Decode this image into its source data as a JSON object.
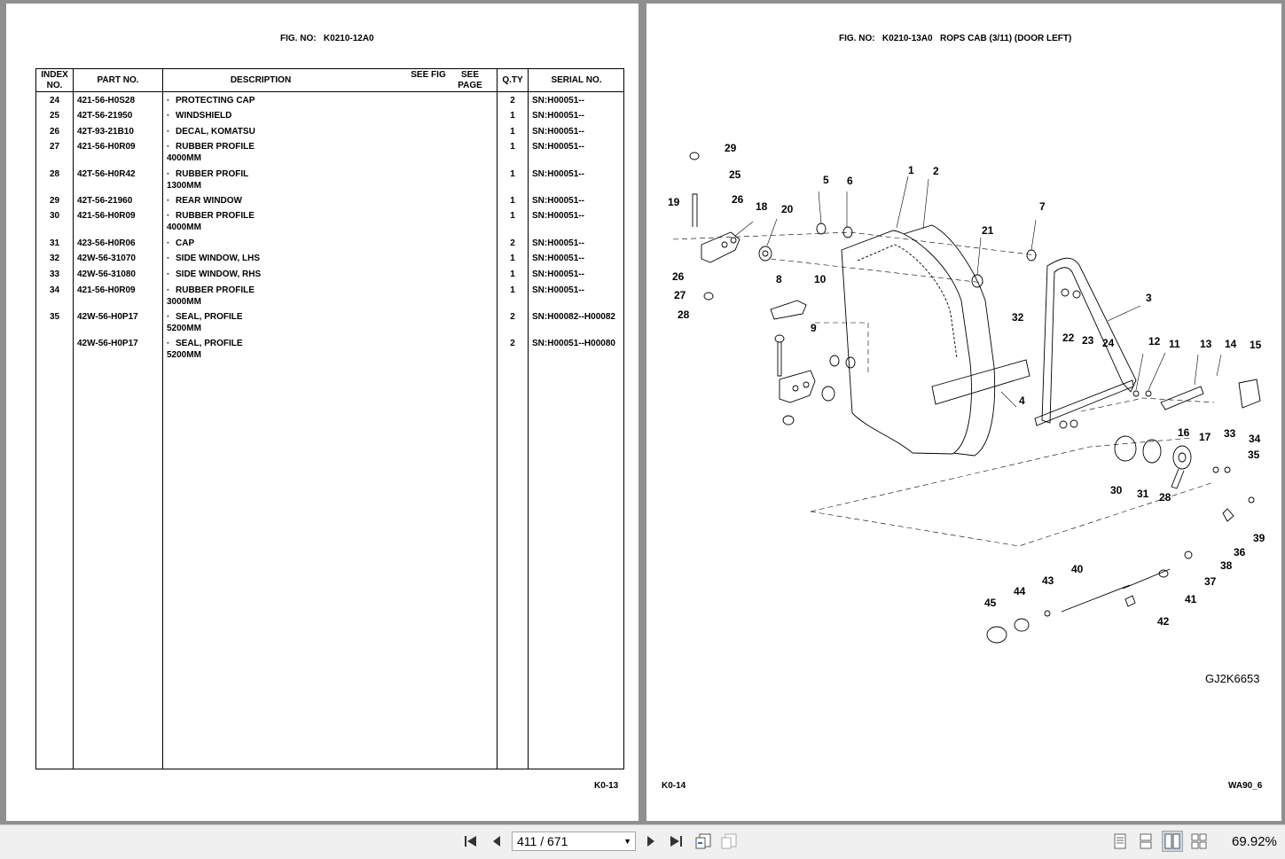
{
  "left_page": {
    "fig_label": "FIG. NO:",
    "fig_no": "K0210-12A0",
    "page_number": "K0-13",
    "table": {
      "headers": {
        "index": "INDEX NO.",
        "part_no": "PART NO.",
        "description": "DESCRIPTION",
        "see_fig": "SEE FIG",
        "see_page": "SEE PAGE",
        "qty": "Q.TY",
        "serial": "SERIAL NO."
      },
      "rows": [
        {
          "index": "24",
          "part": "421-56-H0S28",
          "desc": "PROTECTING CAP",
          "desc2": "",
          "qty": "2",
          "serial": "SN:H00051--"
        },
        {
          "index": "25",
          "part": "42T-56-21950",
          "desc": "WINDSHIELD",
          "desc2": "",
          "qty": "1",
          "serial": "SN:H00051--"
        },
        {
          "index": "26",
          "part": "42T-93-21B10",
          "desc": "DECAL, KOMATSU",
          "desc2": "",
          "qty": "1",
          "serial": "SN:H00051--"
        },
        {
          "index": "27",
          "part": "421-56-H0R09",
          "desc": "RUBBER PROFILE",
          "desc2": "4000MM",
          "qty": "1",
          "serial": "SN:H00051--"
        },
        {
          "index": "28",
          "part": "42T-56-H0R42",
          "desc": "RUBBER PROFIL",
          "desc2": "1300MM",
          "qty": "1",
          "serial": "SN:H00051--"
        },
        {
          "index": "29",
          "part": "42T-56-21960",
          "desc": "REAR WINDOW",
          "desc2": "",
          "qty": "1",
          "serial": "SN:H00051--"
        },
        {
          "index": "30",
          "part": "421-56-H0R09",
          "desc": "RUBBER PROFILE",
          "desc2": "4000MM",
          "qty": "1",
          "serial": "SN:H00051--"
        },
        {
          "index": "31",
          "part": "423-56-H0R06",
          "desc": "CAP",
          "desc2": "",
          "qty": "2",
          "serial": "SN:H00051--"
        },
        {
          "index": "32",
          "part": "42W-56-31070",
          "desc": "SIDE WINDOW, LHS",
          "desc2": "",
          "qty": "1",
          "serial": "SN:H00051--"
        },
        {
          "index": "33",
          "part": "42W-56-31080",
          "desc": "SIDE WINDOW, RHS",
          "desc2": "",
          "qty": "1",
          "serial": "SN:H00051--"
        },
        {
          "index": "34",
          "part": "421-56-H0R09",
          "desc": "RUBBER PROFILE",
          "desc2": "3000MM",
          "qty": "1",
          "serial": "SN:H00051--"
        },
        {
          "index": "35",
          "part": "42W-56-H0P17",
          "desc": "SEAL, PROFILE",
          "desc2": "5200MM",
          "qty": "2",
          "serial": "SN:H00082--H00082"
        },
        {
          "index": "",
          "part": "42W-56-H0P17",
          "desc": "SEAL, PROFILE",
          "desc2": "5200MM",
          "qty": "2",
          "serial": "SN:H00051--H00080"
        }
      ]
    }
  },
  "right_page": {
    "fig_label": "FIG. NO:",
    "fig_no": "K0210-13A0",
    "fig_title": "ROPS CAB (3/11) (DOOR LEFT)",
    "page_number": "K0-14",
    "model_code": "WA90_6",
    "drawing_code": "GJ2K6653",
    "callouts": [
      "1",
      "2",
      "3",
      "4",
      "5",
      "6",
      "7",
      "8",
      "9",
      "10",
      "11",
      "12",
      "13",
      "14",
      "15",
      "16",
      "17",
      "18",
      "19",
      "20",
      "21",
      "22",
      "23",
      "24",
      "25",
      "26",
      "26",
      "27",
      "28",
      "28",
      "29",
      "30",
      "31",
      "32",
      "33",
      "34",
      "35",
      "36",
      "37",
      "38",
      "39",
      "40",
      "41",
      "42",
      "43",
      "44",
      "45"
    ]
  },
  "toolbar": {
    "current_page": "411",
    "separator": "/",
    "total_pages": "671",
    "zoom": "69.92%",
    "icons": [
      "first-page-icon",
      "previous-page-icon",
      "next-page-icon",
      "last-page-icon",
      "previous-view-icon",
      "next-view-icon",
      "single-page-icon",
      "continuous-page-icon",
      "two-page-icon",
      "two-page-continuous-icon"
    ]
  }
}
